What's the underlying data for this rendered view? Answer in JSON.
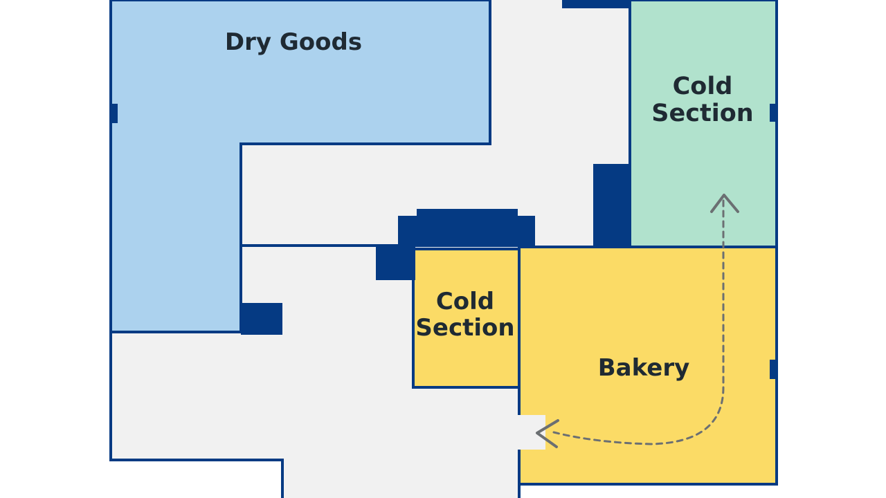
{
  "map": {
    "colors": {
      "background": "#ffffff",
      "floor": "#f1f1f1",
      "wall": "#053a83",
      "dry_goods": "#acd2ee",
      "cold_section_mint": "#b1e2cd",
      "yellow_zone": "#fbdb66",
      "label_text": "#1f2a33",
      "route": "#6b6f72"
    },
    "zones": {
      "dry_goods": {
        "label": "Dry Goods"
      },
      "cold_section_right": {
        "label_line1": "Cold",
        "label_line2": "Section"
      },
      "cold_section_center": {
        "label_line1": "Cold",
        "label_line2": "Section"
      },
      "bakery": {
        "label": "Bakery"
      }
    },
    "route": {
      "style": "dashed",
      "direction": "two-way",
      "arrow_icons": [
        "chevron-up-icon",
        "chevron-left-icon"
      ]
    }
  }
}
